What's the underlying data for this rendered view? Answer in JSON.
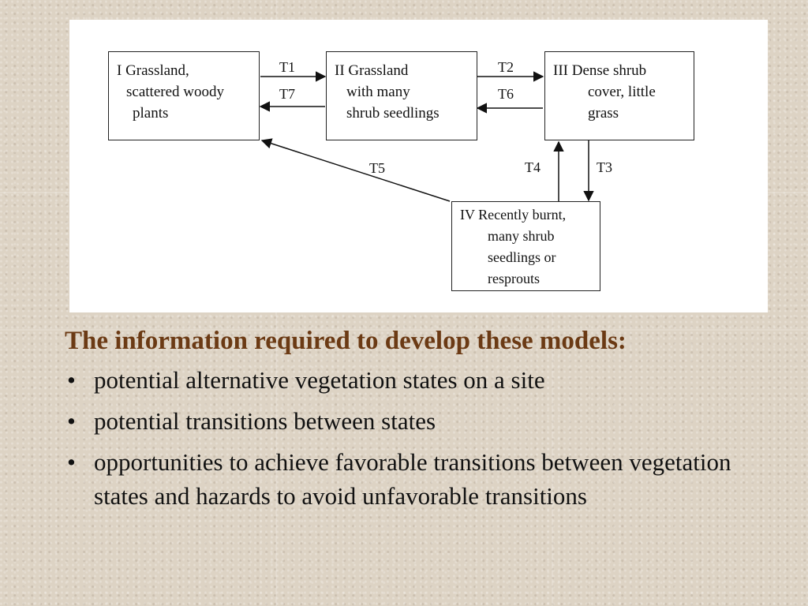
{
  "diagram": {
    "states": [
      {
        "lines": [
          "I    Grassland,",
          "scattered woody",
          "plants"
        ]
      },
      {
        "lines": [
          "II    Grassland",
          "with many",
          "shrub seedlings"
        ]
      },
      {
        "lines": [
          "III    Dense shrub",
          "cover, little",
          "grass"
        ]
      },
      {
        "lines": [
          "IV    Recently burnt,",
          "many shrub",
          "seedlings or",
          "resprouts"
        ]
      }
    ],
    "transitions": [
      "T1",
      "T7",
      "T2",
      "T6",
      "T5",
      "T4",
      "T3"
    ]
  },
  "caption": {
    "title": "The information required to develop these models:",
    "bullet_char": "•",
    "bullets": [
      "potential alternative vegetation states on a site",
      "potential transitions between states",
      "opportunities to achieve favorable transitions between vegetation states and hazards to avoid unfavorable transitions"
    ]
  },
  "colors": {
    "title": "#6b3a14",
    "background": "#ddd3c4"
  }
}
